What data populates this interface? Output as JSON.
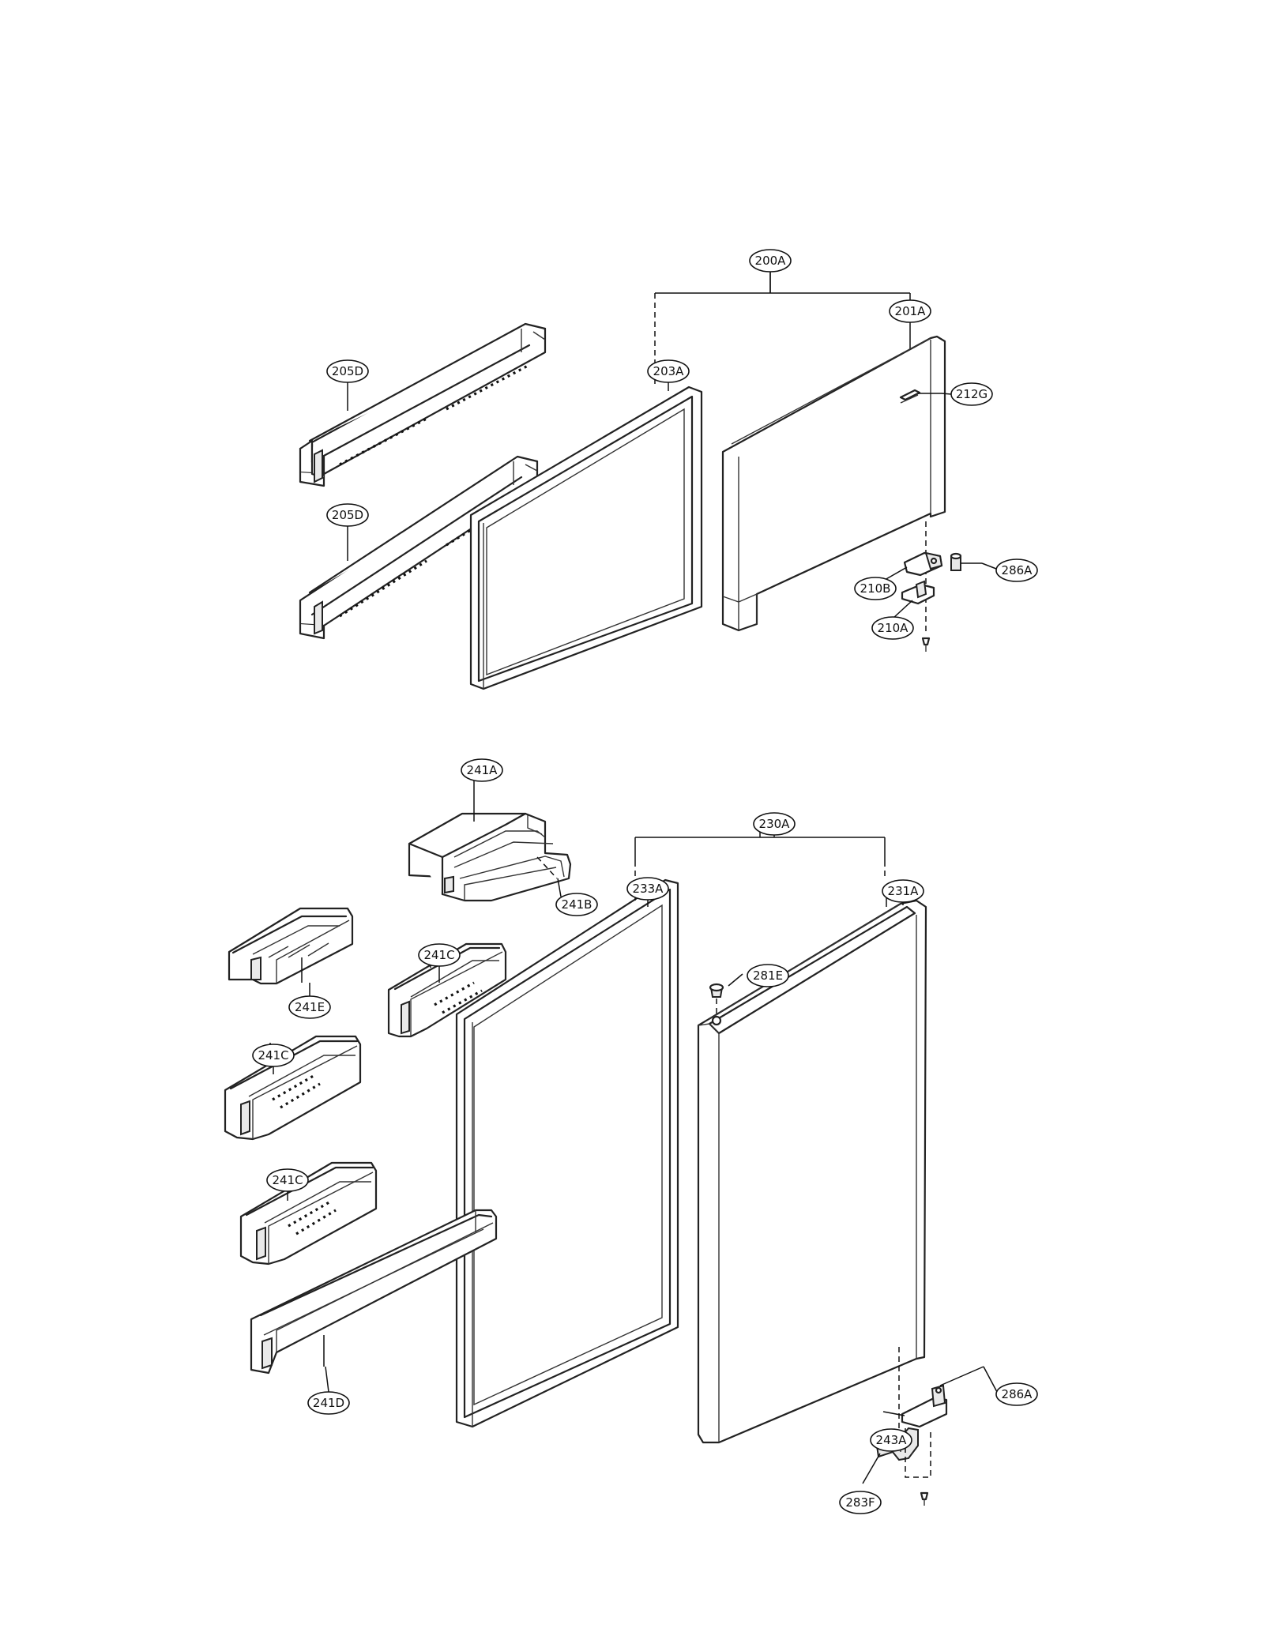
{
  "callouts": {
    "c200A": "200A",
    "c201A": "201A",
    "c203A": "203A",
    "c205D_1": "205D",
    "c205D_2": "205D",
    "c212G": "212G",
    "c286A_top": "286A",
    "c210B": "210B",
    "c210A": "210A",
    "c241A": "241A",
    "c241B": "241B",
    "c230A": "230A",
    "c233A": "233A",
    "c231A": "231A",
    "c241C_1": "241C",
    "c241E": "241E",
    "c281E": "281E",
    "c241C_2": "241C",
    "c241C_3": "241C",
    "c241D": "241D",
    "c286A_bottom": "286A",
    "c243A": "243A",
    "c283F": "283F"
  }
}
